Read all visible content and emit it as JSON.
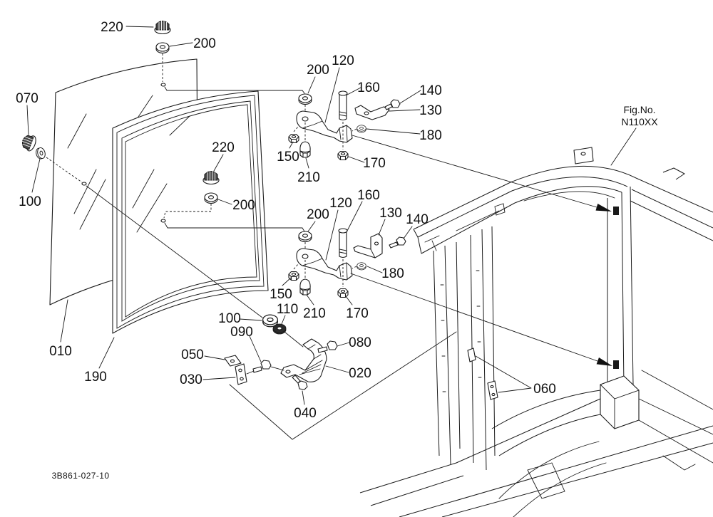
{
  "callouts": {
    "glass_group": [
      "220",
      "200",
      "070",
      "100",
      "010",
      "190",
      "220",
      "200"
    ],
    "upper_hinge_group": [
      "200",
      "120",
      "160",
      "140",
      "130",
      "180",
      "150",
      "210",
      "170"
    ],
    "lower_hinge_group": [
      "200",
      "120",
      "160",
      "130",
      "140",
      "180",
      "150",
      "210",
      "170"
    ],
    "bracket_group": [
      "100",
      "110",
      "080",
      "090",
      "050",
      "020",
      "030",
      "040"
    ],
    "frame_group": [
      "060"
    ]
  },
  "figure_reference": {
    "label": "Fig.No.",
    "number": "N110XX"
  },
  "drawing_code": "3B861-027-10"
}
